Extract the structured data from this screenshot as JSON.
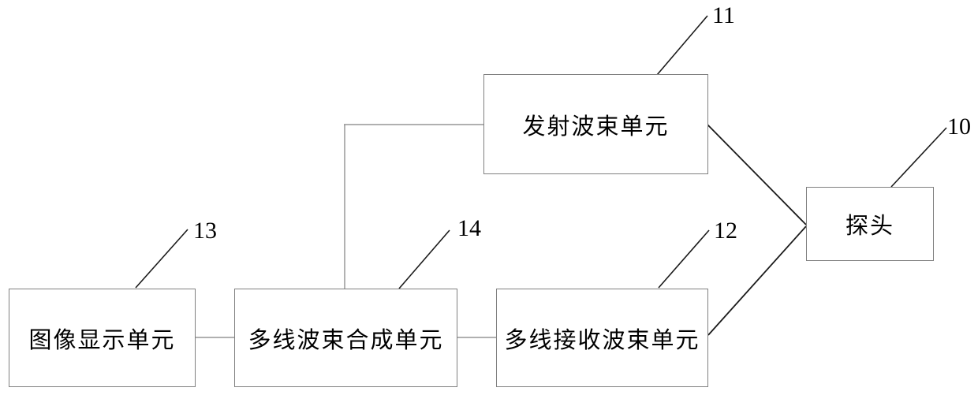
{
  "diagram": {
    "kind": "patent-block-diagram",
    "boxes": {
      "transmit": {
        "label": "发射波束单元",
        "ref": "11"
      },
      "probe": {
        "label": "探头",
        "ref": "10"
      },
      "receive": {
        "label": "多线接收波束单元",
        "ref": "12"
      },
      "display": {
        "label": "图像显示单元",
        "ref": "13"
      },
      "synthesis": {
        "label": "多线波束合成单元",
        "ref": "14"
      }
    },
    "connections": [
      {
        "from": "display",
        "to": "synthesis",
        "style": "straight"
      },
      {
        "from": "synthesis",
        "to": "receive",
        "style": "straight"
      },
      {
        "from": "synthesis",
        "to": "transmit",
        "style": "elbow"
      },
      {
        "from": "transmit",
        "to": "probe",
        "style": "diagonal"
      },
      {
        "from": "receive",
        "to": "probe",
        "style": "diagonal"
      }
    ],
    "colors": {
      "background": "#ffffff",
      "box_border": "#808080",
      "connector_gray": "#808080",
      "line_black": "#1a1a1a",
      "text": "#000000"
    }
  }
}
